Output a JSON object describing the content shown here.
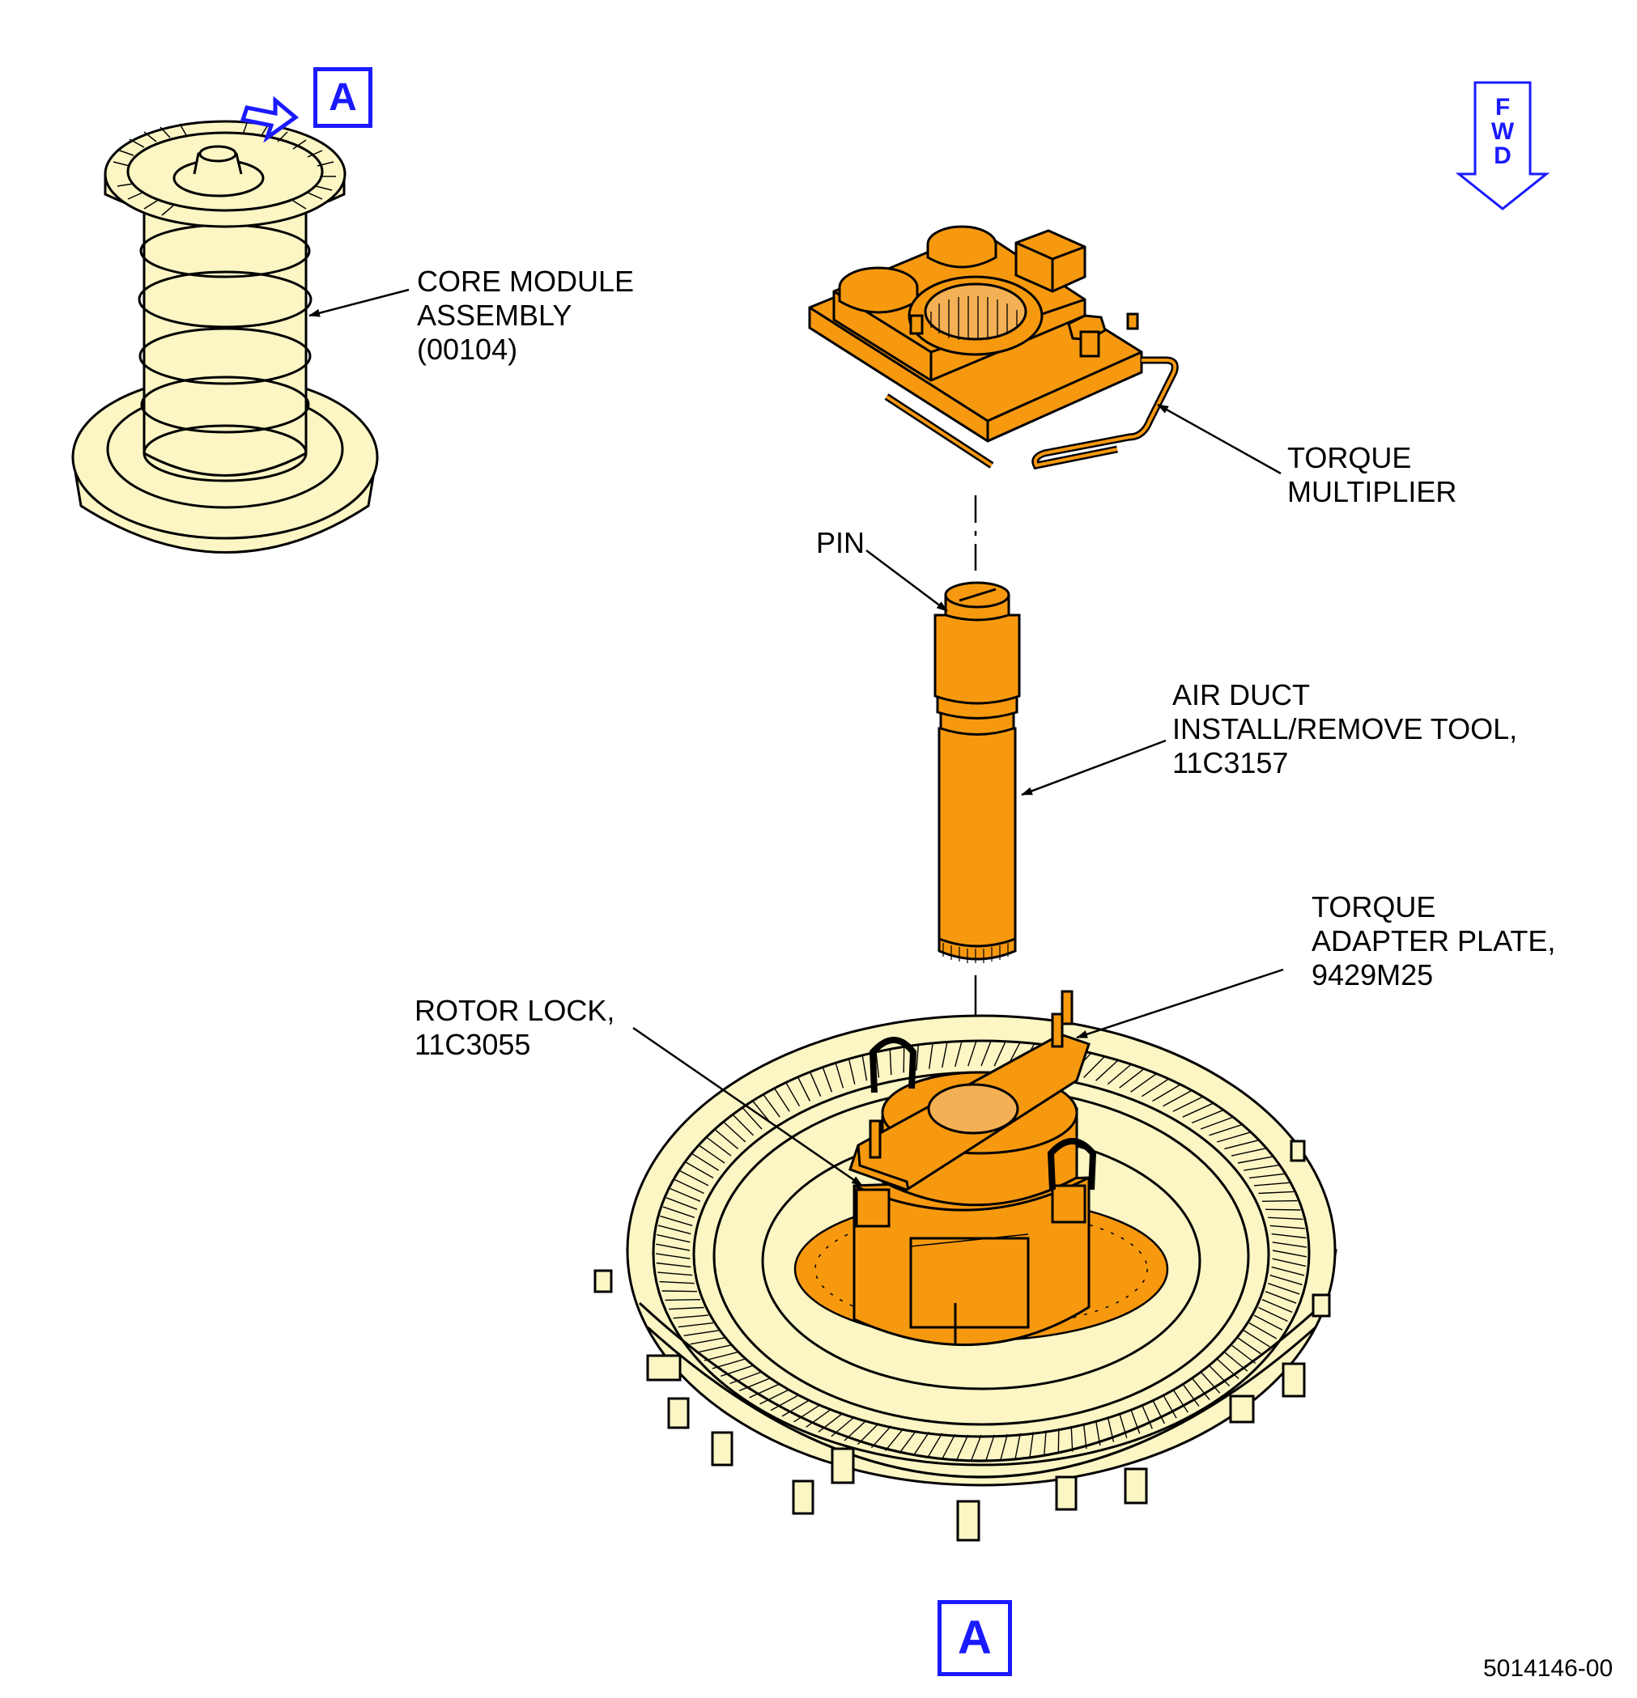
{
  "view_markers": {
    "top": "A",
    "bottom": "A"
  },
  "direction": {
    "letters": [
      "F",
      "W",
      "D"
    ]
  },
  "labels": {
    "core_module": [
      "CORE MODULE",
      "ASSEMBLY",
      "(00104)"
    ],
    "torque_multiplier": [
      "TORQUE",
      "MULTIPLIER"
    ],
    "pin": [
      "PIN"
    ],
    "air_duct_tool": [
      "AIR DUCT",
      "INSTALL/REMOVE TOOL,",
      "11C3157"
    ],
    "torque_adapter_plate": [
      "TORQUE",
      "ADAPTER PLATE,",
      "9429M25"
    ],
    "rotor_lock": [
      "ROTOR LOCK,",
      "11C3055"
    ]
  },
  "document_number": "5014146-00",
  "colors": {
    "tool_orange": "#f7990f",
    "engine_cream": "#fbf6c4",
    "outline": "#000000",
    "view_blue": "#1a1aff"
  }
}
